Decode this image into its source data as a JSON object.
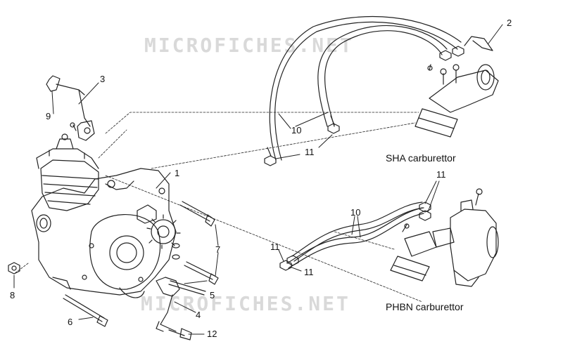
{
  "watermark": "MICROFICHES.NET",
  "captions": {
    "sha": "SHA carburettor",
    "phbn": "PHBN carburettor"
  },
  "callouts": {
    "c1": "1",
    "c2": "2",
    "c3": "3",
    "c4": "4",
    "c5": "5",
    "c6": "6",
    "c7": "7",
    "c8": "8",
    "c9": "9",
    "c10a": "10",
    "c10b": "10",
    "c11a": "11",
    "c11b": "11",
    "c11c": "11",
    "c11d": "11",
    "c12": "12"
  },
  "colors": {
    "line": "#222222",
    "watermark": "#d9d9d9"
  }
}
